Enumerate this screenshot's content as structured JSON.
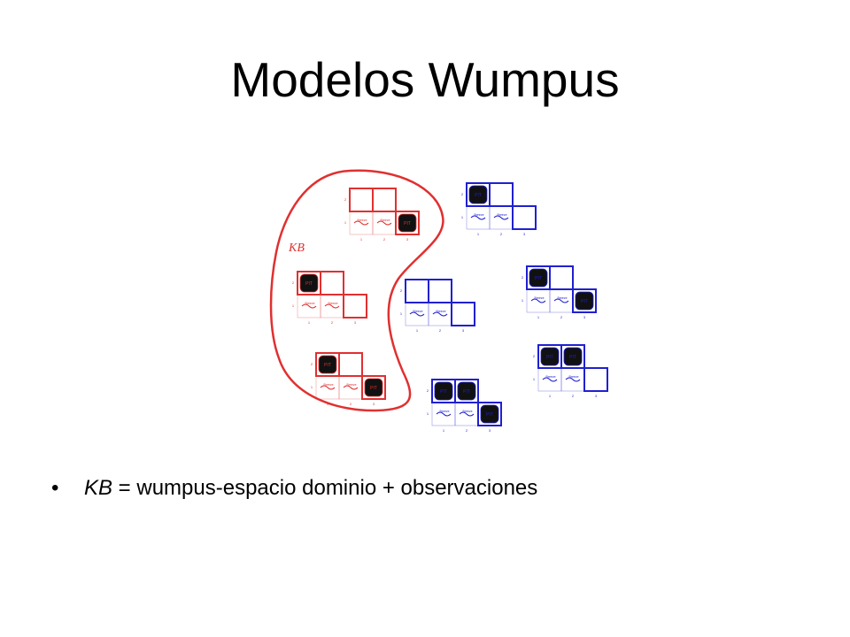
{
  "slide": {
    "title": "Modelos Wumpus"
  },
  "diagram": {
    "kb_label": "KB",
    "kb_color": "#e03030",
    "model_color_outside": "#2020d0",
    "pit_label": "PIT",
    "breeze_label": "Breeze",
    "col_labels": [
      "1",
      "2",
      "3"
    ],
    "row_labels": [
      "1",
      "2"
    ],
    "models": [
      {
        "in_kb": true,
        "pits": [
          "3,1"
        ]
      },
      {
        "in_kb": true,
        "pits": [
          "1,2"
        ]
      },
      {
        "in_kb": true,
        "pits": [
          "1,2",
          "3,1"
        ]
      },
      {
        "in_kb": false,
        "pits": [
          "1,2"
        ]
      },
      {
        "in_kb": false,
        "pits": []
      },
      {
        "in_kb": false,
        "pits": [
          "1,2",
          "3,1"
        ]
      },
      {
        "in_kb": false,
        "pits": [
          "1,2",
          "2,2"
        ]
      },
      {
        "in_kb": false,
        "pits": [
          "1,2",
          "2,2",
          "3,1"
        ]
      }
    ]
  },
  "bullets": [
    {
      "term": "KB",
      "text": " = wumpus-espacio dominio + observaciones"
    }
  ]
}
